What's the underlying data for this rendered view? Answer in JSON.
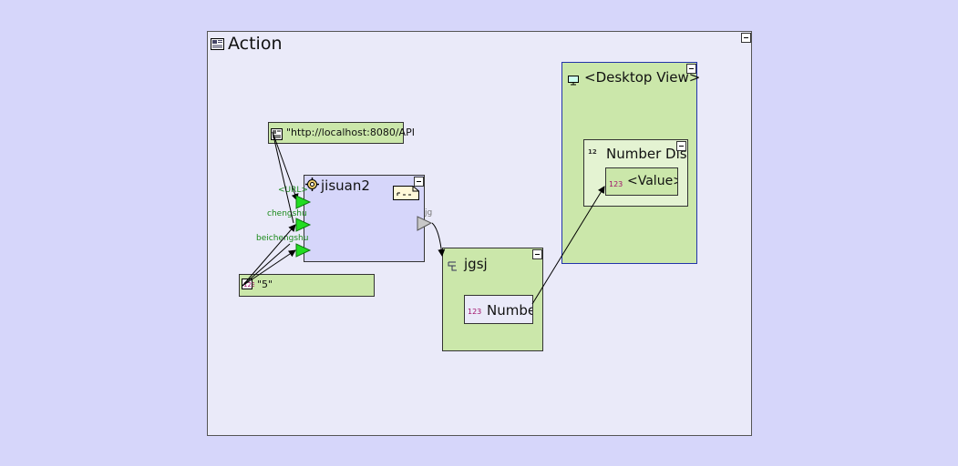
{
  "action": {
    "title": "Action",
    "icon": "window-icon"
  },
  "url_node": {
    "label": "\"http://localhost:8080/API",
    "icon": "web-page-icon"
  },
  "const_node": {
    "label": "\"5\"",
    "icon": "number-constant-icon"
  },
  "jisuan_node": {
    "title": "jisuan2",
    "icon": "gear-service-icon",
    "ports_in": [
      {
        "label": "<URL>"
      },
      {
        "label": "chengshu"
      },
      {
        "label": "beichengshu"
      }
    ],
    "port_out": {
      "label": "jg"
    }
  },
  "jgsj_node": {
    "title": "jgsj",
    "icon": "struct-icon",
    "field_label": "Numbe"
  },
  "desktop_node": {
    "title": "<Desktop View>",
    "icon": "monitor-icon",
    "display": {
      "title": "Number Disp",
      "badge": "12",
      "value_label": "<Value>"
    }
  },
  "colors": {
    "background": "#d6d6fa",
    "canvas": "#eaeaf9",
    "green_node": "#cbe7aa",
    "port_green": "#22dd22",
    "port_grey": "#c8c8c8",
    "port_label": "#1a8a1a"
  }
}
